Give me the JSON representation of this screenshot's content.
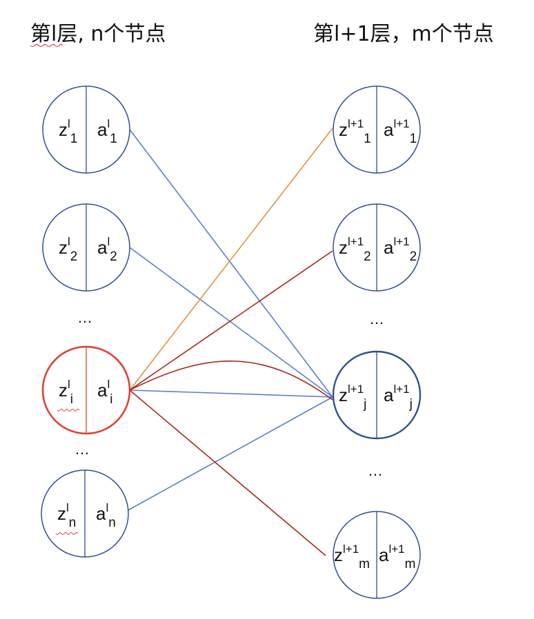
{
  "titles": {
    "left": "第l层, n个节点",
    "right": "第l+1层，m个节点"
  },
  "colors": {
    "node_border": "#2f4f8f",
    "highlight_border": "#e0412e",
    "blue_edge": "#5b7ec8",
    "orange_edge": "#e0913a",
    "red_edge": "#a8251c",
    "squiggle": "#e04040"
  },
  "layer_l": {
    "nodes": [
      {
        "z": "z",
        "z_sup": "l",
        "z_sub": "1",
        "a": "a",
        "a_sup": "l",
        "a_sub": "1"
      },
      {
        "z": "z",
        "z_sup": "l",
        "z_sub": "2",
        "a": "a",
        "a_sup": "l",
        "a_sub": "2"
      },
      {
        "z": "z",
        "z_sup": "l",
        "z_sub": "i",
        "a": "a",
        "a_sup": "l",
        "a_sub": "i",
        "highlighted": true
      },
      {
        "z": "z",
        "z_sup": "l",
        "z_sub": "n",
        "a": "a",
        "a_sup": "l",
        "a_sub": "n"
      }
    ],
    "ellipses": [
      "…",
      "…"
    ]
  },
  "layer_l1": {
    "nodes": [
      {
        "z": "z",
        "z_sup": "l+1",
        "z_sub": "1",
        "a": "a",
        "a_sup": "l+1",
        "a_sub": "1"
      },
      {
        "z": "z",
        "z_sup": "l+1",
        "z_sub": "2",
        "a": "a",
        "a_sup": "l+1",
        "a_sub": "2"
      },
      {
        "z": "z",
        "z_sup": "l+1",
        "z_sub": "j",
        "a": "a",
        "a_sup": "l+1",
        "a_sub": "j",
        "emphasized": true
      },
      {
        "z": "z",
        "z_sup": "l+1",
        "z_sub": "m",
        "a": "a",
        "a_sup": "l+1",
        "a_sub": "m"
      }
    ],
    "ellipses": [
      "…",
      "…"
    ]
  }
}
